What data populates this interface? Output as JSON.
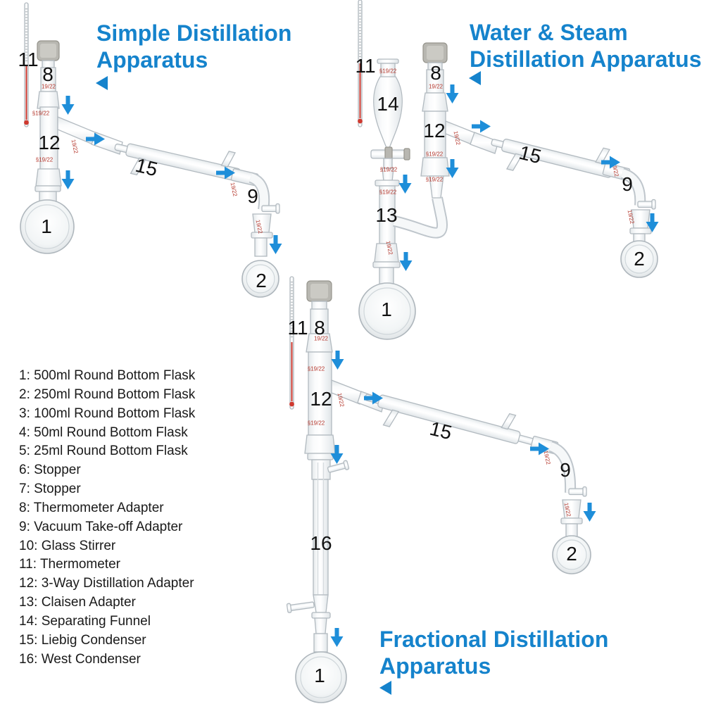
{
  "titles": {
    "simple": {
      "line1": "Simple Distillation",
      "line2": "Apparatus"
    },
    "water_steam": {
      "line1": "Water & Steam",
      "line2": "Distillation Apparatus"
    },
    "fractional": {
      "line1": "Fractional Distillation",
      "line2": "Apparatus"
    }
  },
  "legend": {
    "items": [
      "1: 500ml Round Bottom Flask",
      "2: 250ml Round Bottom Flask",
      "3: 100ml Round Bottom Flask",
      "4: 50ml Round Bottom Flask",
      "5: 25ml Round Bottom Flask",
      "6: Stopper",
      "7: Stopper",
      "8: Thermometer Adapter",
      "9: Vacuum Take-off Adapter",
      "10: Glass Stirrer",
      "11: Thermometer",
      "12: 3-Way Distillation Adapter",
      "13: Claisen Adapter",
      "14: Separating Funnel",
      "15: Liebig Condenser",
      "16: West Condenser"
    ]
  },
  "joint_label": "19/22",
  "joint_label_full": "§19/22",
  "part_numbers": {
    "simple": {
      "thermometer": "11",
      "thermo_adapter": "8",
      "three_way": "12",
      "boil_flask": "1",
      "condenser": "15",
      "vacuum_adapter": "9",
      "receive_flask": "2"
    },
    "water_steam": {
      "thermometer": "11",
      "sep_funnel": "14",
      "thermo_adapter": "8",
      "three_way": "12",
      "claisen": "13",
      "condenser": "15",
      "vacuum_adapter": "9",
      "receive_flask": "2",
      "boil_flask": "1"
    },
    "fractional": {
      "thermometer": "11",
      "thermo_adapter": "8",
      "three_way": "12",
      "condenser": "15",
      "vacuum_adapter": "9",
      "receive_flask": "2",
      "west_condenser": "16",
      "boil_flask": "1"
    }
  },
  "colors": {
    "title_blue": "#1583cc",
    "arrow_blue": "#1e8ed9",
    "joint_red": "#b5372c"
  }
}
